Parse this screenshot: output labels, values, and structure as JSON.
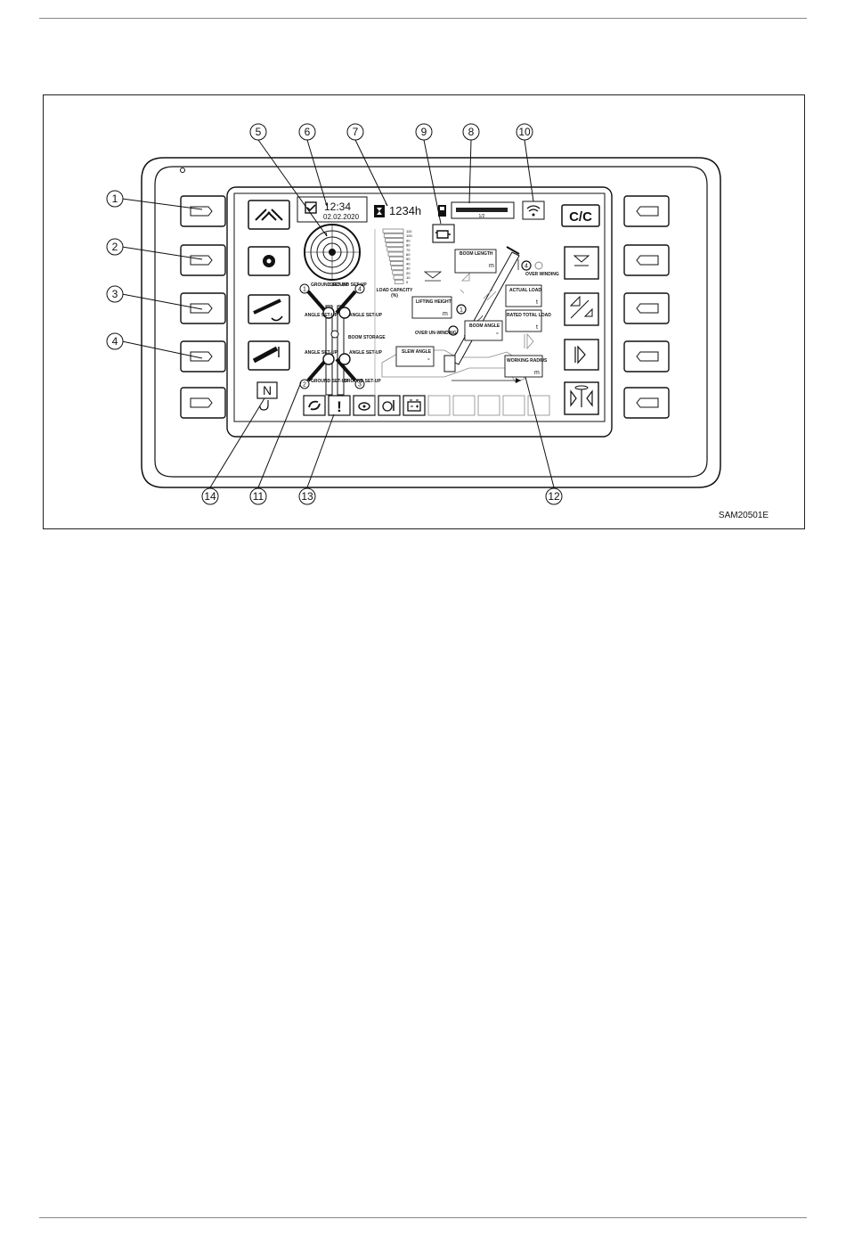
{
  "figure_id": "SAM20501E",
  "top_bar": {
    "time": "12:34",
    "date": "02.02.2020",
    "hours": "1234h",
    "fuel_mid": "1/2"
  },
  "right_buttons": {
    "cc_label": "C/C"
  },
  "left_buttons": {
    "outrigger_n": "N"
  },
  "load_capacity": {
    "title": "LOAD CAPACITY",
    "unit": "(%)",
    "scale": [
      "110",
      "100",
      "90",
      "80",
      "70",
      "60",
      "50",
      "40",
      "30",
      "20",
      "10",
      "0"
    ]
  },
  "boxes": {
    "boom_length": "BOOM LENGTH",
    "lifting_height": "LIFTING HEIGHT",
    "boom_angle": "BOOM ANGLE",
    "slew_angle": "SLEW ANGLE",
    "actual_load": "ACTUAL LOAD",
    "rated_total_load": "RATED TOTAL LOAD",
    "working_radius": "WORKING RADIUS",
    "unit_m": "m",
    "unit_t": "t",
    "unit_deg": "°"
  },
  "labels": {
    "over_winding": "OVER WINDING",
    "over_unwinding": "OVER UN-WINDING",
    "ground_setup": "GROUND SET-UP",
    "angle_setup": "ANGLE SET-UP",
    "boom_storage": "BOOM STORAGE"
  },
  "outrigger_markers": [
    "1",
    "2",
    "3",
    "4"
  ],
  "boom_markers": [
    "1",
    "4"
  ],
  "callouts": [
    "1",
    "2",
    "3",
    "4",
    "5",
    "6",
    "7",
    "8",
    "9",
    "10",
    "11",
    "12",
    "13",
    "14"
  ]
}
